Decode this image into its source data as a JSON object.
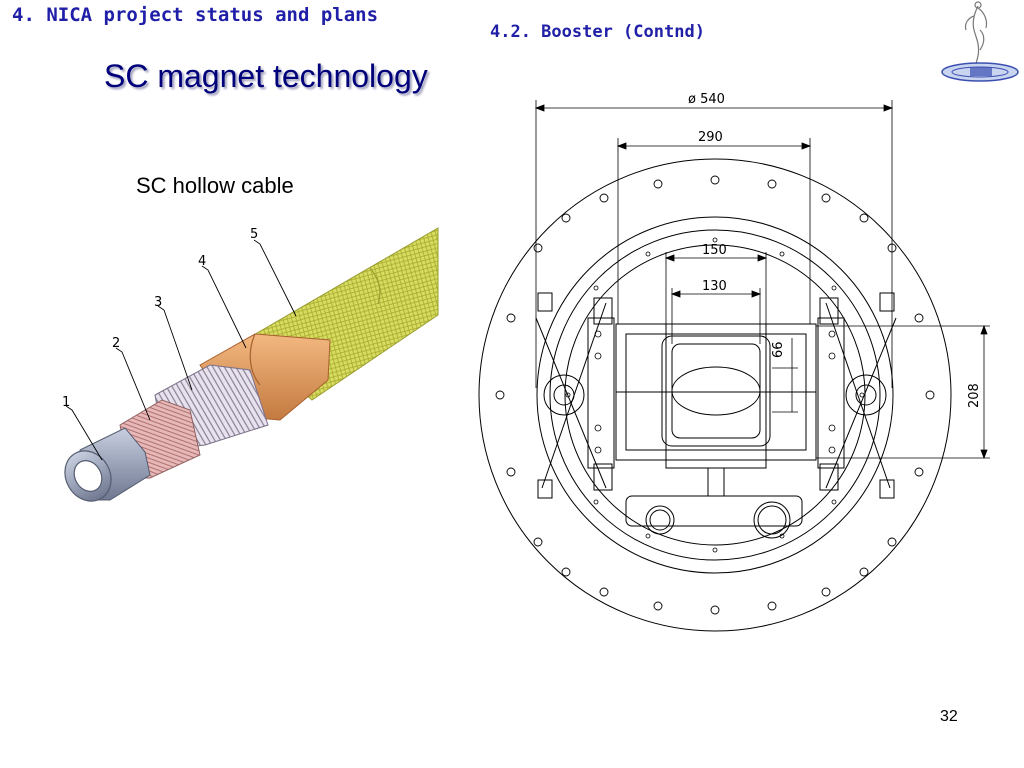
{
  "header": {
    "section_title": "4. NICA project status and plans",
    "subsection_title": "4.2. Booster (Contnd)"
  },
  "slide": {
    "title": "SC magnet technology",
    "page_number": "32"
  },
  "cable_figure": {
    "caption": "SC hollow cable",
    "labels": [
      "1",
      "2",
      "3",
      "4",
      "5"
    ]
  },
  "cross_section": {
    "dim_outer": "ø 540",
    "dim_290": "290",
    "dim_150": "150",
    "dim_130": "130",
    "dim_66": "66",
    "dim_208": "208"
  },
  "colors": {
    "heading_blue": "#1f1fa8",
    "title_navy": "#00007a",
    "tube_grey": "#9aa3b8",
    "copper_strands": "#d9a3a3",
    "wire_wrap": "#c8c0d0",
    "copper_tape": "#e09a5a",
    "outer_jacket": "#d8dc60"
  },
  "icons": [
    "nica-logo-icon"
  ]
}
